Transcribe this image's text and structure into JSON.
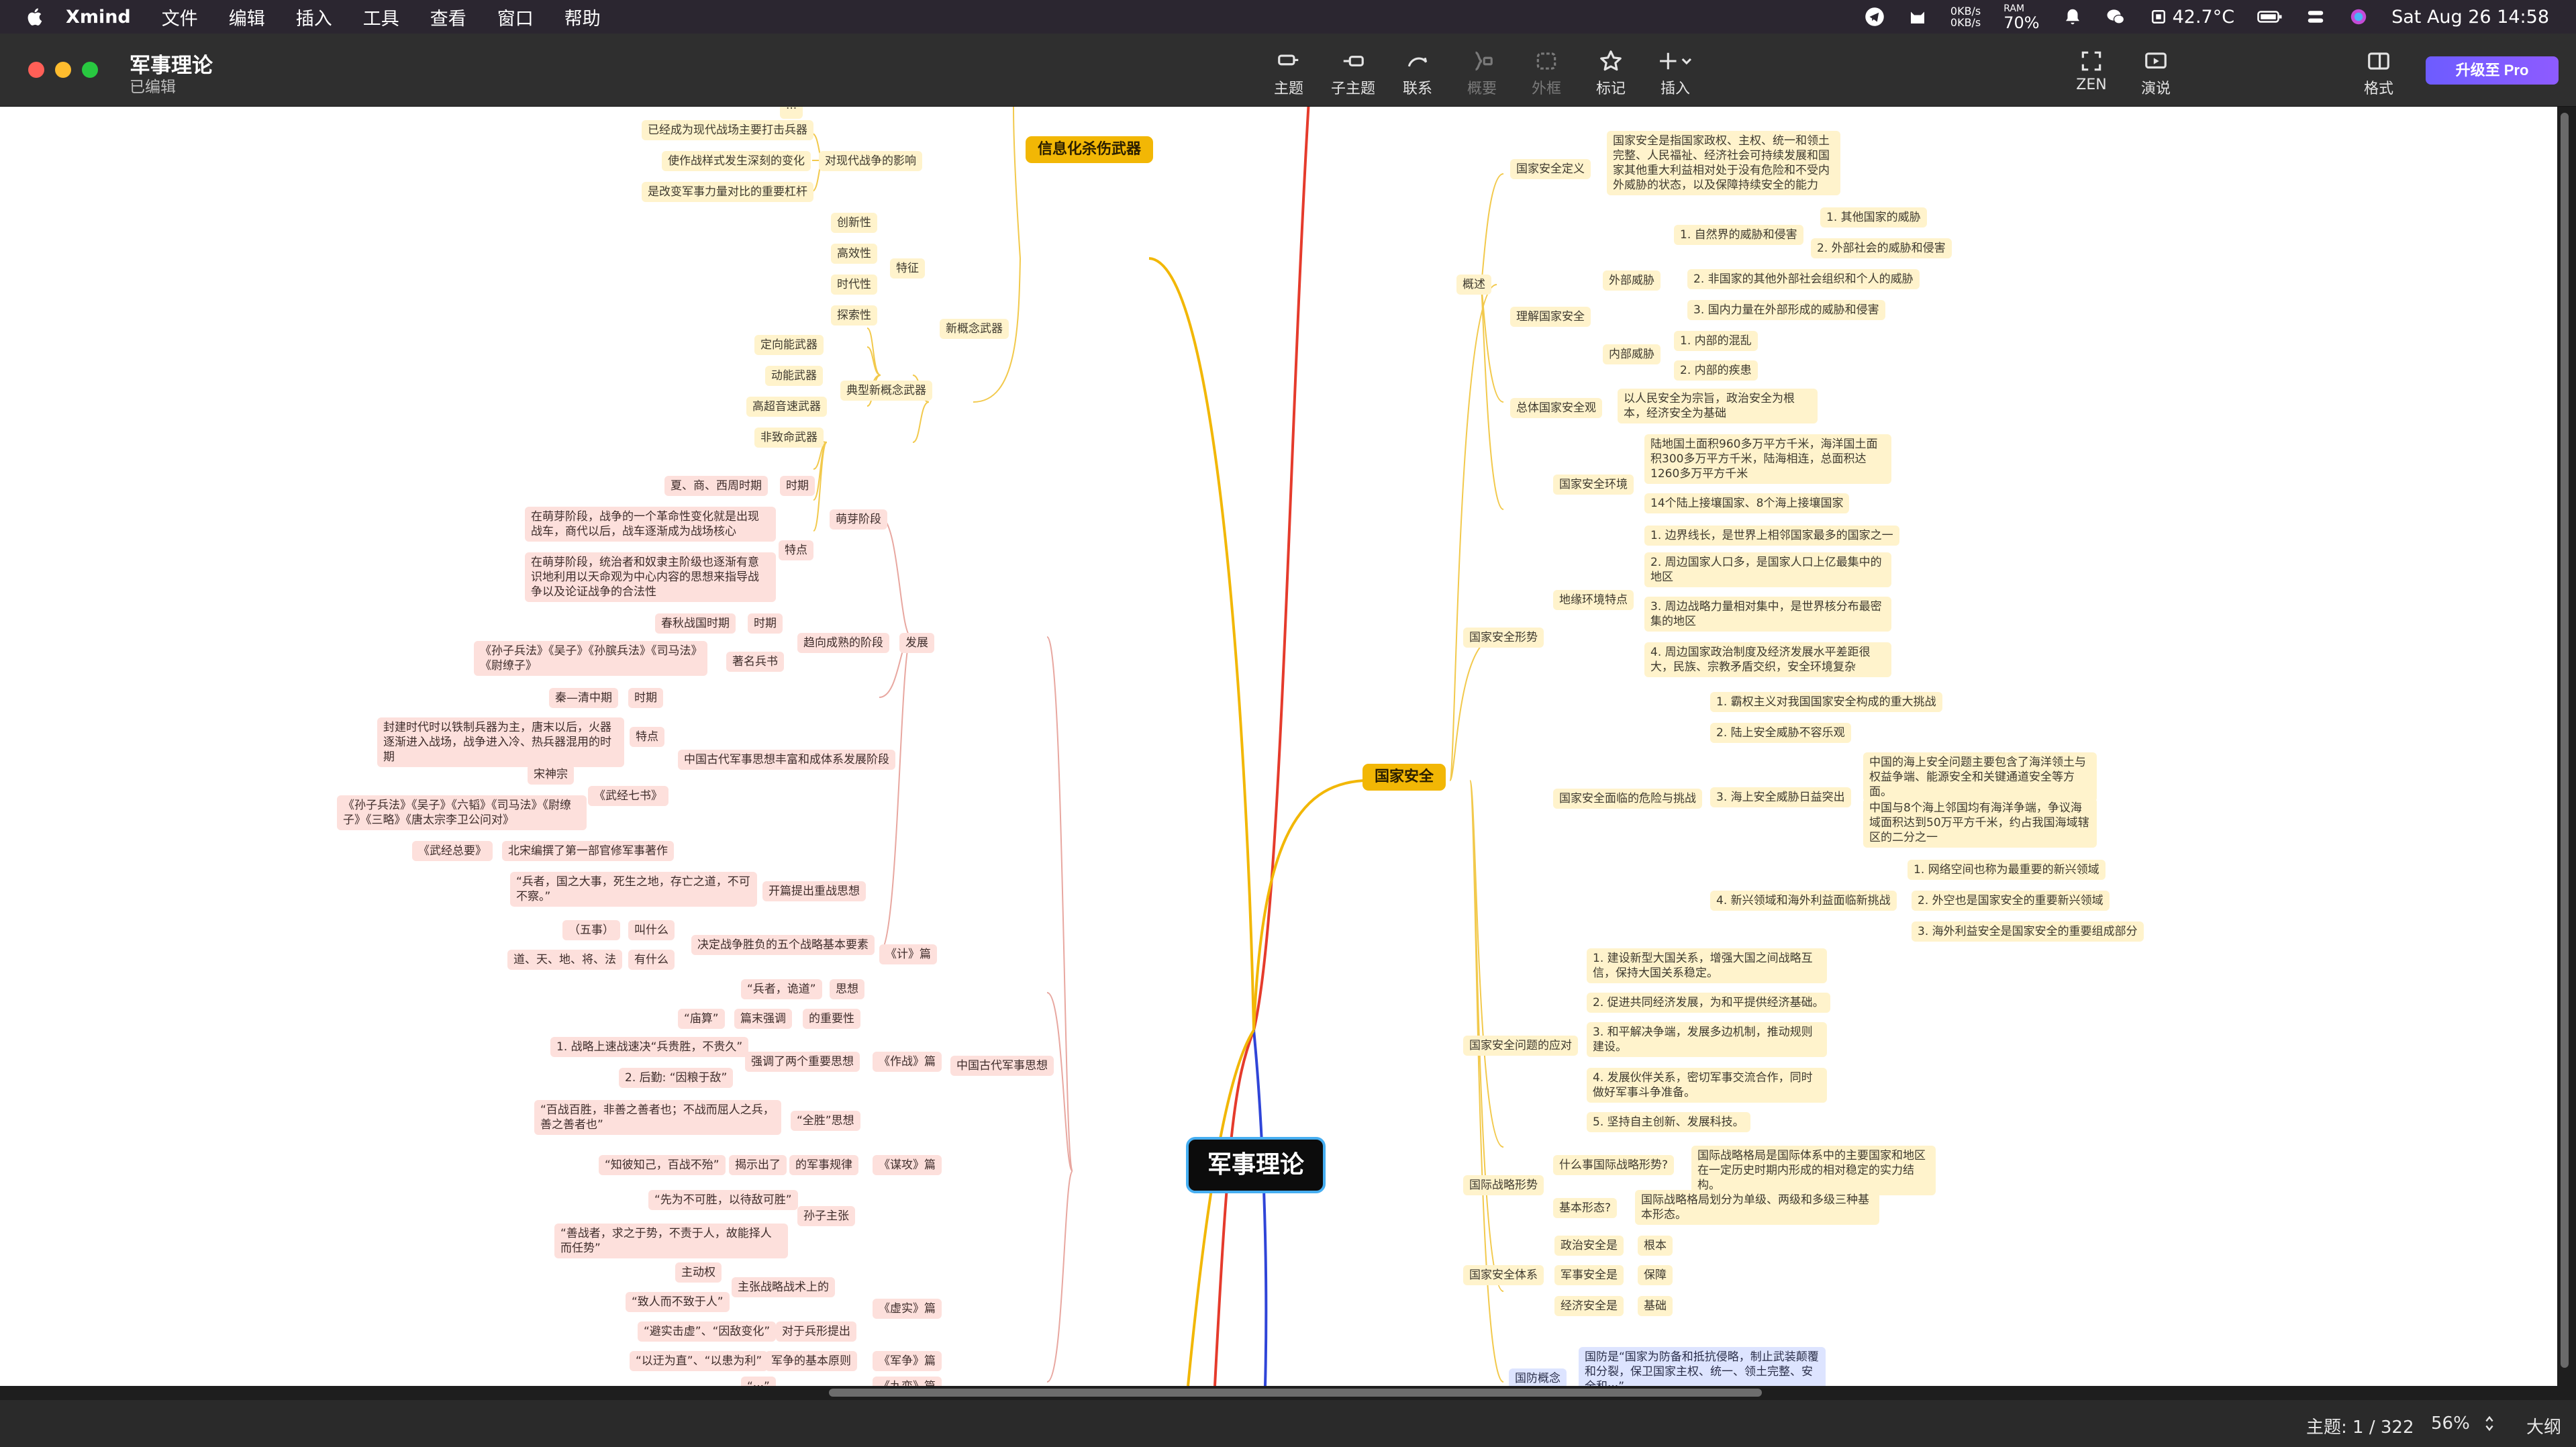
{
  "menubar": {
    "app": "Xmind",
    "menus": [
      "文件",
      "编辑",
      "插入",
      "工具",
      "查看",
      "窗口",
      "帮助"
    ],
    "net_up": "0KB/s",
    "net_down": "0KB/s",
    "ram_label": "RAM",
    "ram_value": "70%",
    "temperature": "42.7°C",
    "datetime": "Sat Aug 26  14:58"
  },
  "window": {
    "title": "军事理论",
    "subtitle": "已编辑"
  },
  "toolbar": {
    "topic": "主题",
    "subtopic": "子主题",
    "relationship": "联系",
    "summary": "概要",
    "boundary": "外框",
    "marker": "标记",
    "insert": "插入",
    "zen": "ZEN",
    "present": "演说",
    "format": "格式",
    "upgrade": "升级至 Pro"
  },
  "statusbar": {
    "topic_count": "主题: 1 / 322",
    "zoom": "56%",
    "outline": "大纲"
  },
  "colors": {
    "yellow_branch": "#f2b705",
    "red_branch": "#e53b2c",
    "blue_branch": "#2f45d8",
    "root_border": "#46aef1"
  },
  "map": {
    "root": "军事理论",
    "info_weapons": {
      "title": "信息化杀伤武器",
      "top_fragment": "···",
      "impact": "对现代战争的影响",
      "impact_items": [
        "已经成为现代战场主要打击兵器",
        "使作战样式发生深刻的变化",
        "是改变军事力量对比的重要杠杆"
      ],
      "new_concept": "新概念武器",
      "features": "特征",
      "feature_items": [
        "创新性",
        "高效性",
        "时代性",
        "探索性"
      ],
      "typical": "典型新概念武器",
      "typical_items": [
        "定向能武器",
        "动能武器",
        "高超音速武器",
        "非致命武器"
      ]
    },
    "ancient": {
      "title": "中国古代军事思想",
      "develop": "发展",
      "sprout": "萌芽阶段",
      "period": "时期",
      "sprout_period": "夏、商、西周时期",
      "feature": "特点",
      "sprout_f1": "在萌芽阶段，战争的一个革命性变化就是出现战车，商代以后，战车逐渐成为战场核心",
      "sprout_f2": "在萌芽阶段，统治者和奴隶主阶级也逐渐有意识地利用以天命观为中心内容的思想来指导战争以及论证战争的合法性",
      "mature": "趋向成熟的阶段",
      "mature_period": "春秋战国时期",
      "famous_books": "著名兵书",
      "mature_books": "《孙子兵法》《吴子》《孙膑兵法》《司马法》《尉缭子》",
      "rich": "中国古代军事思想丰富和成体系发展阶段",
      "rich_period": "秦—清中期",
      "rich_feature": "封建时代时以铁制兵器为主，唐末以后，火器逐渐进入战场，战争进入冷、热兵器混用的时期",
      "seven_books": "《武经七书》",
      "song": "宋神宗",
      "seven_list": "《孙子兵法》《吴子》《六韬》《司马法》《尉缭子》《三略》《唐太宗李卫公问对》",
      "wujing": "《武经总要》",
      "wujing_desc": "北宋编撰了第一部官修军事著作",
      "ji": "《计》篇",
      "ji_open": "开篇提出重战思想",
      "ji_quote": "“兵者，国之大事，死生之地，存亡之道，不可不察。”",
      "five": "决定战争胜负的五个战略基本要素",
      "what_is": "叫什么",
      "five_name": "（五事）",
      "what_have": "有什么",
      "five_list": "道、天、地、将、法",
      "thought": "思想",
      "guidao": "“兵者，诡道”",
      "end": "篇末强调",
      "miaosuan": "“庙算”",
      "importance": "的重要性",
      "zuozhan": "《作战》篇",
      "two_thoughts": "强调了两个重要思想",
      "z1": "1. 战略上速战速决“兵贵胜，不贵久”",
      "z2": "2. 后勤: “因粮于敌”",
      "mougong": "《谋攻》篇",
      "quansheng": "“全胜”思想",
      "quansheng_q": "“百战百胜，非善之善者也；不战而屈人之兵，善之善者也”",
      "reveal": "揭示出了",
      "law": "的军事规律",
      "zhibi": "“知彼知己，百战不殆”",
      "sunzi": "孙子主张",
      "s1": "“先为不可胜，以待敌可胜”",
      "s2": "“善战者，求之于势，不责于人，故能择人而任势”",
      "xushi": "《虚实》篇",
      "initiative": "主张战略战术上的",
      "zhudong": "主动权",
      "zhiren": "“致人而不致于人”",
      "troops": "对于兵形提出",
      "bishi": "“避实击虚”、“因敌变化”",
      "junzheng": "《军争》篇",
      "basic": "军争的基本原则",
      "yuzhi": "“以迂为直”、“以患为利”",
      "jiubian": "《九变》篇",
      "jiubian_q": "“···”"
    },
    "security": {
      "title": "国家安全",
      "overview": "概述",
      "def_title": "国家安全定义",
      "def_text": "国家安全是指国家政权、主权、统一和领土完整、人民福祉、经济社会可持续发展和国家其他重大利益相对处于没有危险和不受内外威胁的状态，以及保障持续安全的能力",
      "understand": "理解国家安全",
      "external": "外部威胁",
      "ext1": "1. 自然界的威胁和侵害",
      "ext1a": "1. 其他国家的威胁",
      "ext1b": "2. 外部社会的威胁和侵害",
      "ext2": "2. 非国家的其他外部社会组织和个人的威胁",
      "ext3": "3. 国内力量在外部形成的威胁和侵害",
      "internal": "内部威胁",
      "int1": "1. 内部的混乱",
      "int2": "2. 内部的疾患",
      "overall": "总体国家安全观",
      "overall_text": "以人民安全为宗旨，政治安全为根本，经济安全为基础",
      "situation": "国家安全形势",
      "environment": "国家安全环境",
      "env1": "陆地国土面积960多万平方千米，海洋国土面积300多万平方千米，陆海相连，总面积达1260多万平方千米",
      "env2": "14个陆上接壤国家、8个海上接壤国家",
      "geo": "地缘环境特点",
      "geo1": "1. 边界线长，是世界上相邻国家最多的国家之一",
      "geo2": "2. 周边国家人口多，是国家人口上亿最集中的地区",
      "geo3": "3. 周边战略力量相对集中，是世界核分布最密集的地区",
      "geo4": "4. 周边国家政治制度及经济发展水平差距很大，民族、宗教矛盾交织，安全环境复杂",
      "danger": "国家安全面临的危险与挑战",
      "d1": "1. 霸权主义对我国国家安全构成的重大挑战",
      "d2": "2. 陆上安全威胁不容乐观",
      "d3": "3. 海上安全威胁日益突出",
      "d3a": "中国的海上安全问题主要包含了海洋领土与权益争端、能源安全和关键通道安全等方面。",
      "d3b": "中国与8个海上邻国均有海洋争端，争议海域面积达到50万平方千米，约占我国海域辖区的二分之一",
      "d4": "4. 新兴领域和海外利益面临新挑战",
      "d4a": "1. 网络空间也称为最重要的新兴领域",
      "d4b": "2. 外空也是国家安全的重要新兴领域",
      "d4c": "3. 海外利益安全是国家安全的重要组成部分",
      "response": "国家安全问题的应对",
      "r1": "1. 建设新型大国关系，增强大国之间战略互信，保持大国关系稳定。",
      "r2": "2. 促进共同经济发展，为和平提供经济基础。",
      "r3": "3. 和平解决争端，发展多边机制，推动规则建设。",
      "r4": "4. 发展伙伴关系，密切军事交流合作，同时做好军事斗争准备。",
      "r5": "5. 坚持自主创新、发展科技。",
      "strategic": "国际战略形势",
      "what_pattern": "什么事国际战略形势?",
      "what_pattern_text": "国际战略格局是国际体系中的主要国家和地区在一定历史时期内形成的相对稳定的实力结构。",
      "basic_form": "基本形态?",
      "basic_form_text": "国际战略格局划分为单级、两级和多级三种基本形态。",
      "system": "国家安全体系",
      "sys1": "政治安全是",
      "sys1v": "根本",
      "sys2": "军事安全是",
      "sys2v": "保障",
      "sys3": "经济安全是",
      "sys3v": "基础"
    },
    "defense": {
      "title": "国防概念",
      "text": "国防是“国家为防备和抵抗侵略，制止武装颠覆和分裂，保卫国家主权、统一、领土完整、安全和···”"
    }
  }
}
